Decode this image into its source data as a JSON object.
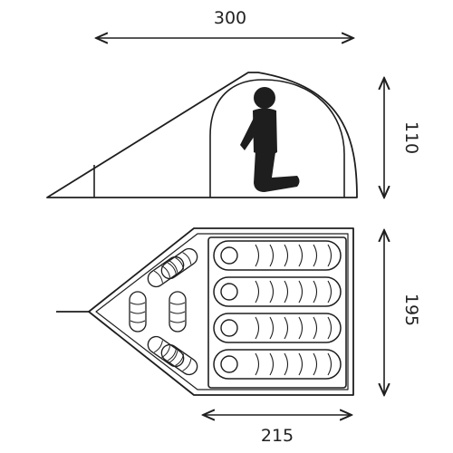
{
  "dimensions": {
    "top_width": "300",
    "side_height": "110",
    "floor_width": "195",
    "floor_length": "215"
  },
  "colors": {
    "line": "#1e1e1e",
    "figure": "#1e1e1e",
    "background": "#ffffff"
  },
  "occupants": 4,
  "gear_bags": 6
}
